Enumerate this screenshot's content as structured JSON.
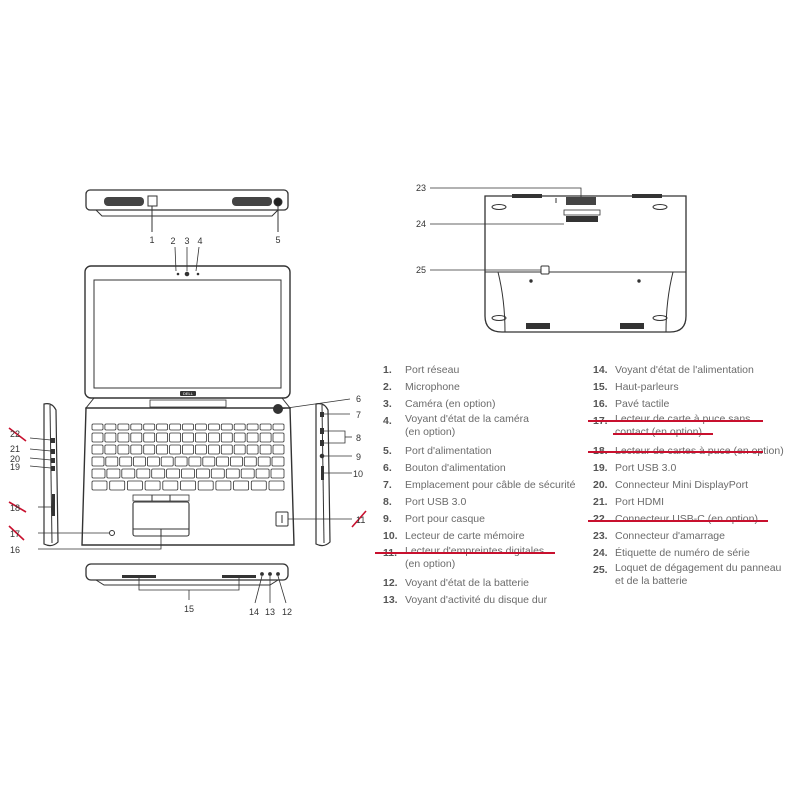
{
  "callouts": {
    "c1": "1",
    "c2": "2",
    "c3": "3",
    "c4": "4",
    "c5": "5",
    "c6": "6",
    "c7": "7",
    "c8": "8",
    "c9": "9",
    "c10": "10",
    "c11": "11",
    "c12": "12",
    "c13": "13",
    "c14": "14",
    "c15": "15",
    "c16": "16",
    "c17": "17",
    "c18": "18",
    "c19": "19",
    "c20": "20",
    "c21": "21",
    "c22": "22",
    "c23": "23",
    "c24": "24",
    "c25": "25"
  },
  "logo": "DELL",
  "legend": {
    "left": [
      {
        "num": "1.",
        "text": "Port réseau",
        "struck": false
      },
      {
        "num": "2.",
        "text": "Microphone",
        "struck": false
      },
      {
        "num": "3.",
        "text": "Caméra (en option)",
        "struck": false
      },
      {
        "num": "4.",
        "text": "Voyant d'état de la caméra (en option)",
        "struck": false
      },
      {
        "num": "5.",
        "text": "Port d'alimentation",
        "struck": false
      },
      {
        "num": "6.",
        "text": "Bouton d'alimentation",
        "struck": false
      },
      {
        "num": "7.",
        "text": "Emplacement pour câble de sécurité",
        "struck": false
      },
      {
        "num": "8.",
        "text": "Port USB 3.0",
        "struck": false
      },
      {
        "num": "9.",
        "text": "Port pour casque",
        "struck": false
      },
      {
        "num": "10.",
        "text": "Lecteur de carte mémoire",
        "struck": false
      },
      {
        "num": "11.",
        "text": "Lecteur d'empreintes digitales (en option)",
        "struck": true
      },
      {
        "num": "12.",
        "text": "Voyant d'état de la batterie",
        "struck": false
      },
      {
        "num": "13.",
        "text": "Voyant d'activité du disque dur",
        "struck": false
      }
    ],
    "right": [
      {
        "num": "14.",
        "text": "Voyant d'état de l'alimentation",
        "struck": false
      },
      {
        "num": "15.",
        "text": "Haut-parleurs",
        "struck": false
      },
      {
        "num": "16.",
        "text": "Pavé tactile",
        "struck": false
      },
      {
        "num": "17.",
        "text": "Lecteur de carte à puce sans contact (en option)",
        "struck": true
      },
      {
        "num": "18.",
        "text": "Lecteur de cartes à puce (en option)",
        "struck": true
      },
      {
        "num": "19.",
        "text": "Port USB 3.0",
        "struck": false
      },
      {
        "num": "20.",
        "text": "Connecteur Mini DisplayPort",
        "struck": false
      },
      {
        "num": "21.",
        "text": "Port HDMI",
        "struck": false
      },
      {
        "num": "22.",
        "text": "Connecteur USB-C (en option)",
        "struck": true
      },
      {
        "num": "23.",
        "text": "Connecteur d'amarrage",
        "struck": false
      },
      {
        "num": "24.",
        "text": "Étiquette de numéro de série",
        "struck": false
      },
      {
        "num": "25.",
        "text": "Loquet de dégagement du panneau et de la batterie",
        "struck": false
      }
    ]
  },
  "colors": {
    "line": "#333333",
    "strike": "#c8102e",
    "text": "#6b6b6b"
  }
}
